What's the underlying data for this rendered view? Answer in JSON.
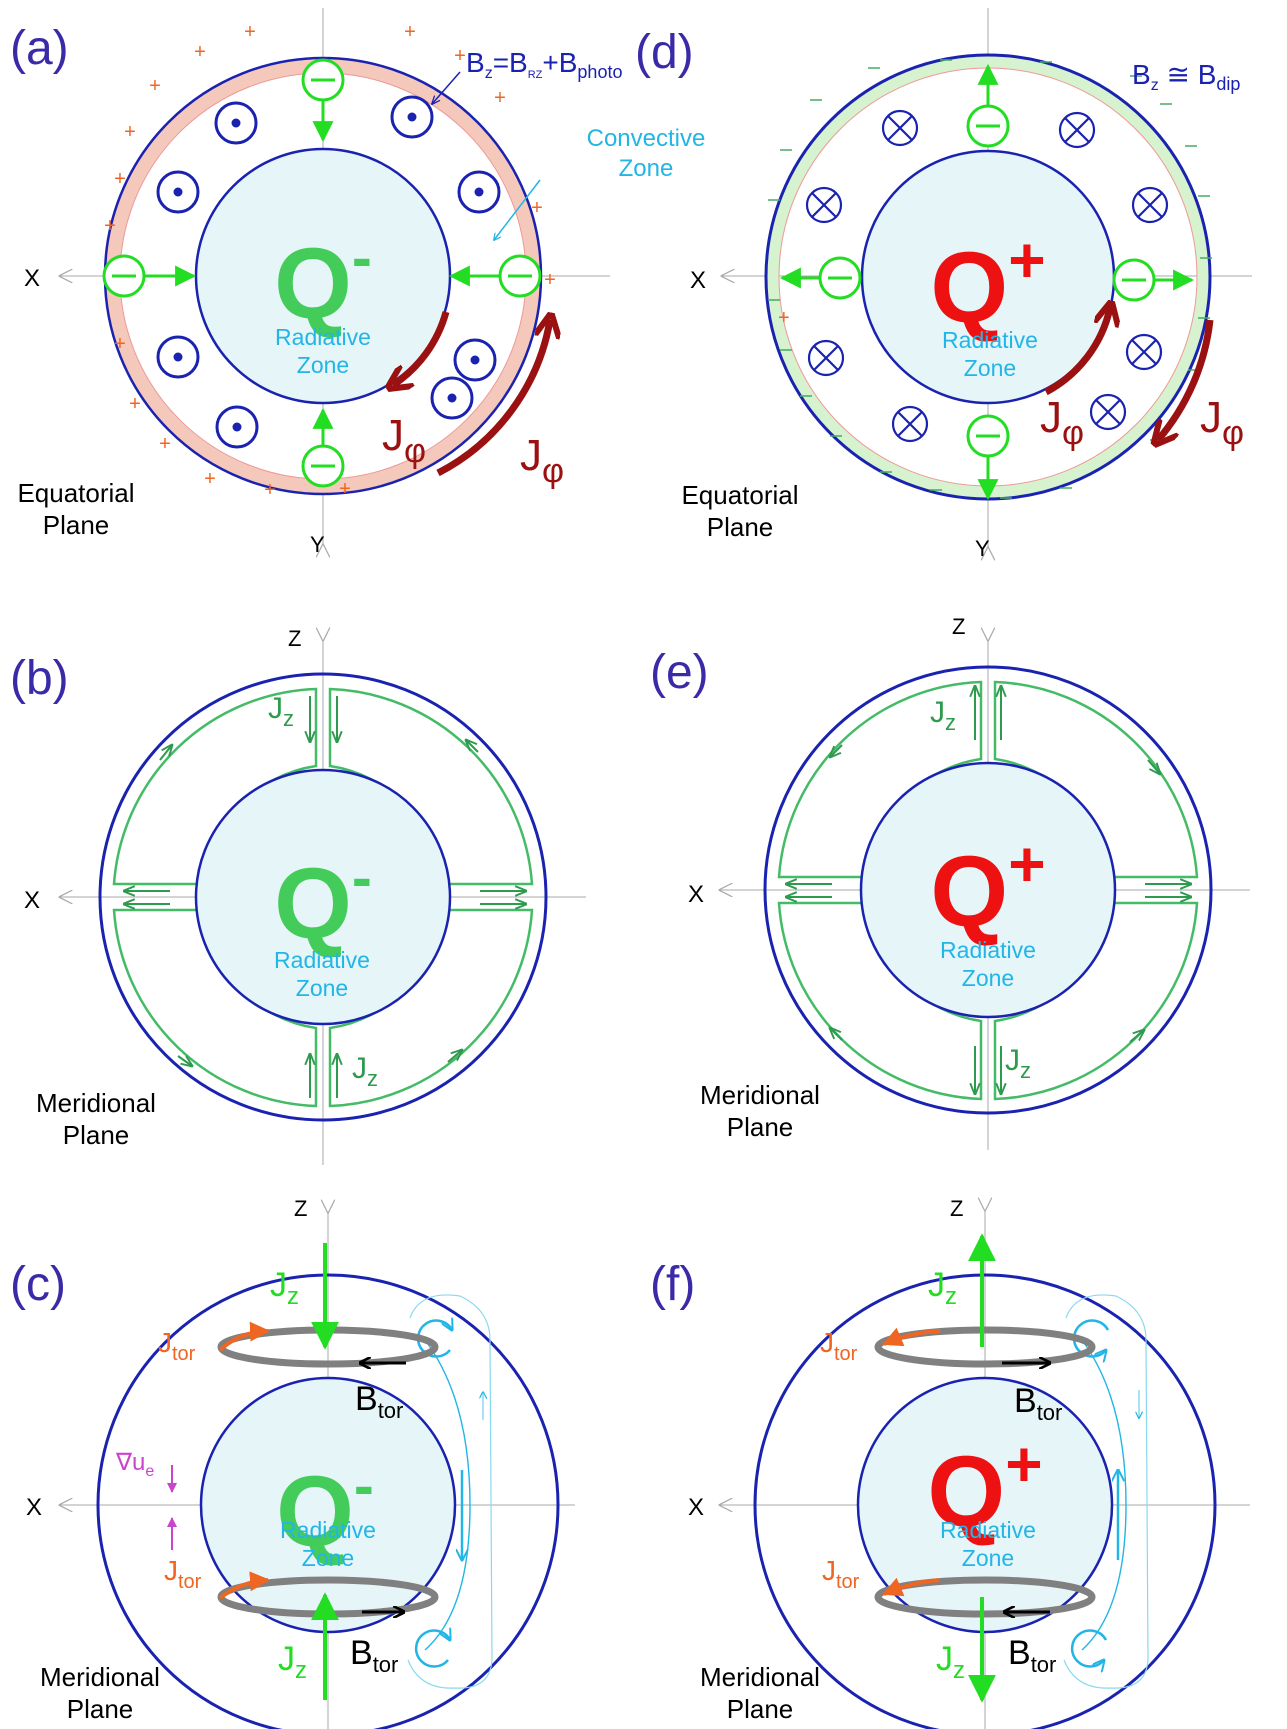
{
  "colors": {
    "navy": "#1a22b0",
    "panel_label": "#3a2aa8",
    "inner_fill": "#e6f5f8",
    "cyan": "#22b5e6",
    "neg_green": "#44cc5a",
    "pos_red": "#ee1111",
    "bright_green": "#22dd22",
    "dark_red": "#9b1010",
    "loop_green": "#33aa55",
    "orange": "#ee6622",
    "magenta": "#cc44cc",
    "grey_ring": "#808080",
    "axis": "#aaaaaa",
    "conv_pink": "#f7cfc2",
    "conv_green": "#d6f2cf"
  },
  "common": {
    "x_axis": "X",
    "y_axis": "Y",
    "z_axis": "Z",
    "radiative_1": "Radiative",
    "radiative_2": "Zone",
    "J": "J",
    "phi": "φ",
    "z_sub": "z",
    "tor_sub": "tor",
    "B": "B"
  },
  "panels": {
    "a": {
      "label": "(a)",
      "charge": "Q",
      "charge_sign": "-",
      "bz_formula": {
        "B": "B",
        "sub_z": "z",
        "eq": "=B",
        "sub_rz": "RZ",
        "plus": "+B",
        "sub_photo": "photo"
      },
      "convective_1": "Convective",
      "convective_2": "Zone",
      "plane_1": "Equatorial",
      "plane_2": "Plane"
    },
    "b": {
      "label": "(b)",
      "charge": "Q",
      "charge_sign": "-",
      "plane_1": "Meridional",
      "plane_2": "Plane"
    },
    "c": {
      "label": "(c)",
      "charge": "Q",
      "charge_sign": "-",
      "grad_u": "∇u",
      "grad_sub": "e",
      "plane_1": "Meridional",
      "plane_2": "Plane"
    },
    "d": {
      "label": "(d)",
      "charge": "Q",
      "charge_sign": "+",
      "bz_formula": {
        "B": "B",
        "sub_z": "z",
        "approx": " ≅ B",
        "sub_dip": "dip"
      },
      "plane_1": "Equatorial",
      "plane_2": "Plane"
    },
    "e": {
      "label": "(e)",
      "charge": "Q",
      "charge_sign": "+",
      "plane_1": "Meridional",
      "plane_2": "Plane"
    },
    "f": {
      "label": "(f)",
      "charge": "Q",
      "charge_sign": "+",
      "plane_1": "Meridional",
      "plane_2": "Plane"
    }
  }
}
